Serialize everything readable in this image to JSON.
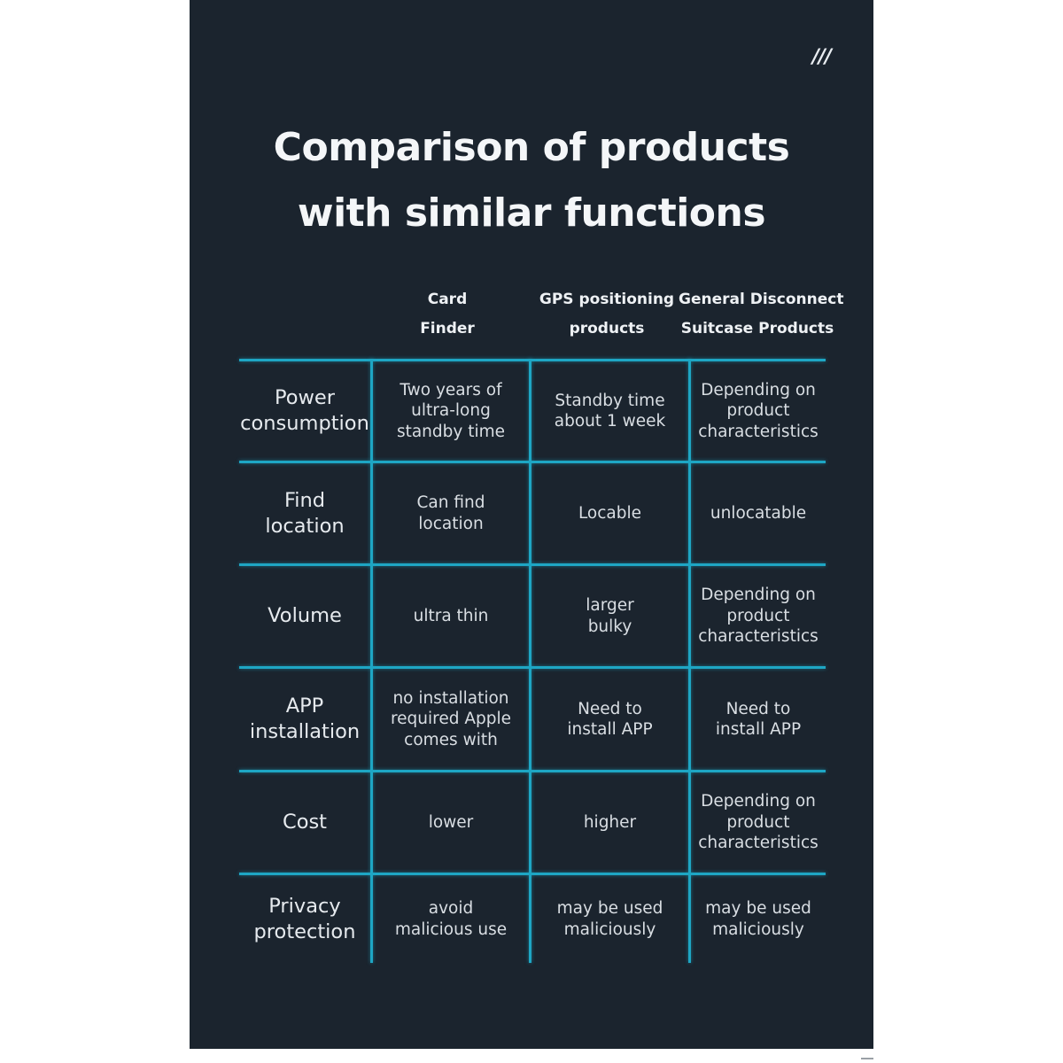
{
  "logo_mark": "///",
  "title_lines": [
    "Comparison of products",
    "with similar functions"
  ],
  "columns": [
    {
      "lines": [
        "Card",
        "Finder"
      ]
    },
    {
      "lines": [
        "GPS positioning",
        "products"
      ]
    },
    {
      "lines": [
        "General Disconnect",
        "Suitcase Products"
      ]
    }
  ],
  "rows": [
    {
      "label": [
        "Power",
        "consumption"
      ],
      "cells": [
        [
          "Two years of",
          "ultra-long",
          "standby time"
        ],
        [
          "Standby time",
          "about 1 week"
        ],
        [
          "Depending on",
          "product",
          "characteristics"
        ]
      ]
    },
    {
      "label": [
        "Find",
        "location"
      ],
      "cells": [
        [
          "Can find",
          "location"
        ],
        [
          "Locable"
        ],
        [
          "unlocatable"
        ]
      ]
    },
    {
      "label": [
        "Volume"
      ],
      "cells": [
        [
          "ultra thin"
        ],
        [
          "larger",
          "bulky"
        ],
        [
          "Depending on",
          "product",
          "characteristics"
        ]
      ]
    },
    {
      "label": [
        "APP",
        "installation"
      ],
      "cells": [
        [
          "no installation",
          "required Apple",
          "comes with"
        ],
        [
          "Need to",
          "install APP"
        ],
        [
          "Need to",
          "install APP"
        ]
      ]
    },
    {
      "label": [
        "Cost"
      ],
      "cells": [
        [
          "lower"
        ],
        [
          "higher"
        ],
        [
          "Depending on",
          "product",
          "characteristics"
        ]
      ]
    },
    {
      "label": [
        "Privacy",
        "protection"
      ],
      "cells": [
        [
          "avoid",
          "malicious use"
        ],
        [
          "may be used",
          "maliciously"
        ],
        [
          "may be used",
          "maliciously"
        ]
      ]
    }
  ],
  "colors": {
    "background": "#1b242e",
    "grid_line": "#1ea6c4",
    "text": "#d9dee3"
  }
}
